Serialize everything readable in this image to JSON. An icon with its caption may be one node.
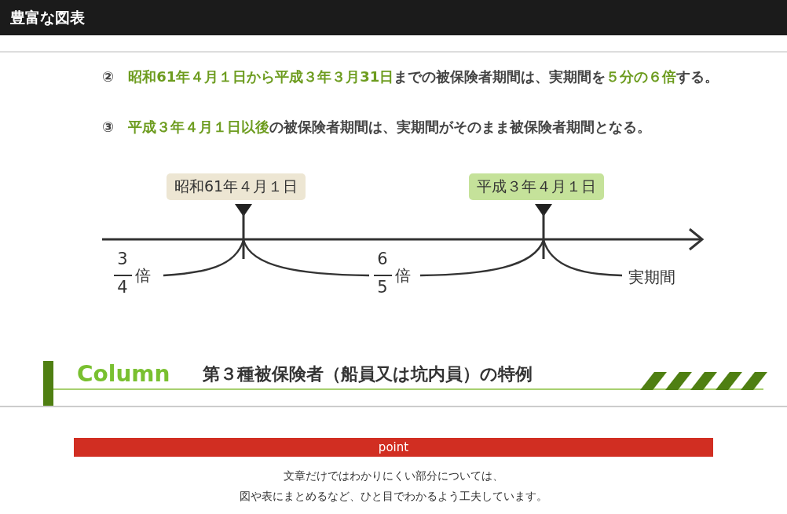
{
  "diagram": {
    "title": "豊富な図表",
    "nodes": [
      {
        "text": [
          "昭和61年４月１日"
        ]
      },
      {
        "text": [
          "平成３年４月１日"
        ]
      },
      {
        "text": [
          "point"
        ]
      }
    ],
    "labels": [
      "②　**昭和61年４月１日から平成３年３月31日**までの被保険者期間は、実期間を**５分の６倍**する。",
      "③　**平成３年４月１日以後**の被保険者期間は、実期間がそのまま被保険者期間となる。",
      "3",
      "4",
      "倍",
      "6",
      "5",
      "倍",
      "実期間",
      "Column",
      "第３種被保険者（船員又は坑内員）の特例",
      "文章だけではわかりにくい部分については、",
      "図や表にまとめるなど、ひと目でわかるよう工夫しています。"
    ]
  }
}
